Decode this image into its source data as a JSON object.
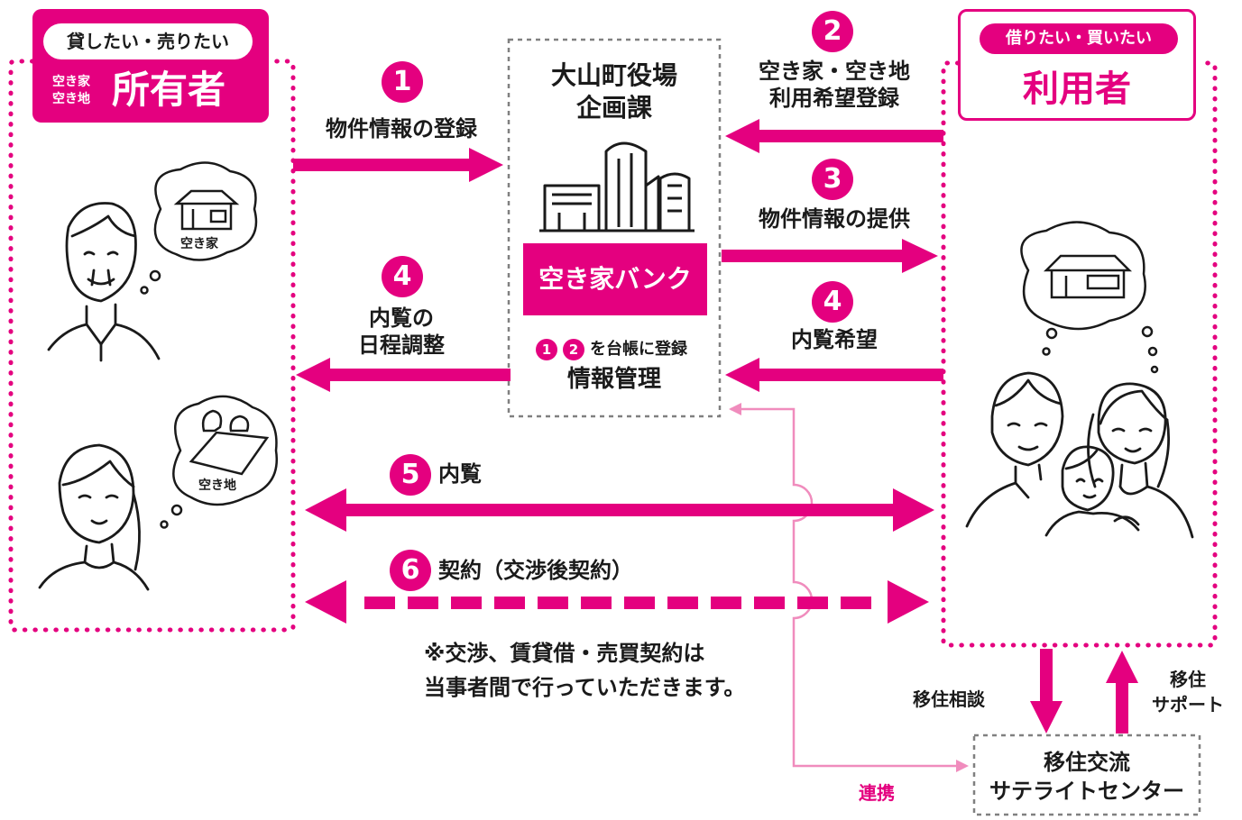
{
  "owner": {
    "pill": "貸したい・売りたい",
    "sub_line1": "空き家",
    "sub_line2": "空き地",
    "title": "所有者",
    "bubble_house": "空き家",
    "bubble_land": "空き地"
  },
  "user": {
    "pill": "借りたい・買いたい",
    "title": "利用者"
  },
  "office": {
    "title_line1": "大山町役場",
    "title_line2": "企画課",
    "bank_label": "空き家バンク",
    "ledger_num1": "1",
    "ledger_num2": "2",
    "ledger_text": "を台帳に登録",
    "info_mgmt": "情報管理"
  },
  "steps": {
    "s1_num": "1",
    "s1_label": "物件情報の登録",
    "s2_num": "2",
    "s2_line1": "空き家・空き地",
    "s2_line2": "利用希望登録",
    "s3_num": "3",
    "s3_label": "物件情報の提供",
    "s4_left_num": "4",
    "s4_left_line1": "内覧の",
    "s4_left_line2": "日程調整",
    "s4_right_num": "4",
    "s4_right_label": "内覧希望",
    "s5_num": "5",
    "s5_label": "内覧",
    "s6_num": "6",
    "s6_label": "契約（交渉後契約）"
  },
  "note": {
    "line1": "※交渉、賃貸借・売買契約は",
    "line2": "当事者間で行っていただきます。"
  },
  "center": {
    "consult": "移住相談",
    "support_line1": "移住",
    "support_line2": "サポート",
    "renkei": "連携",
    "box_line1": "移住交流",
    "box_line2": "サテライトセンター"
  },
  "colors": {
    "accent": "#e4007f",
    "accent_light": "#f08cbd",
    "dotted_gray": "#808080"
  }
}
